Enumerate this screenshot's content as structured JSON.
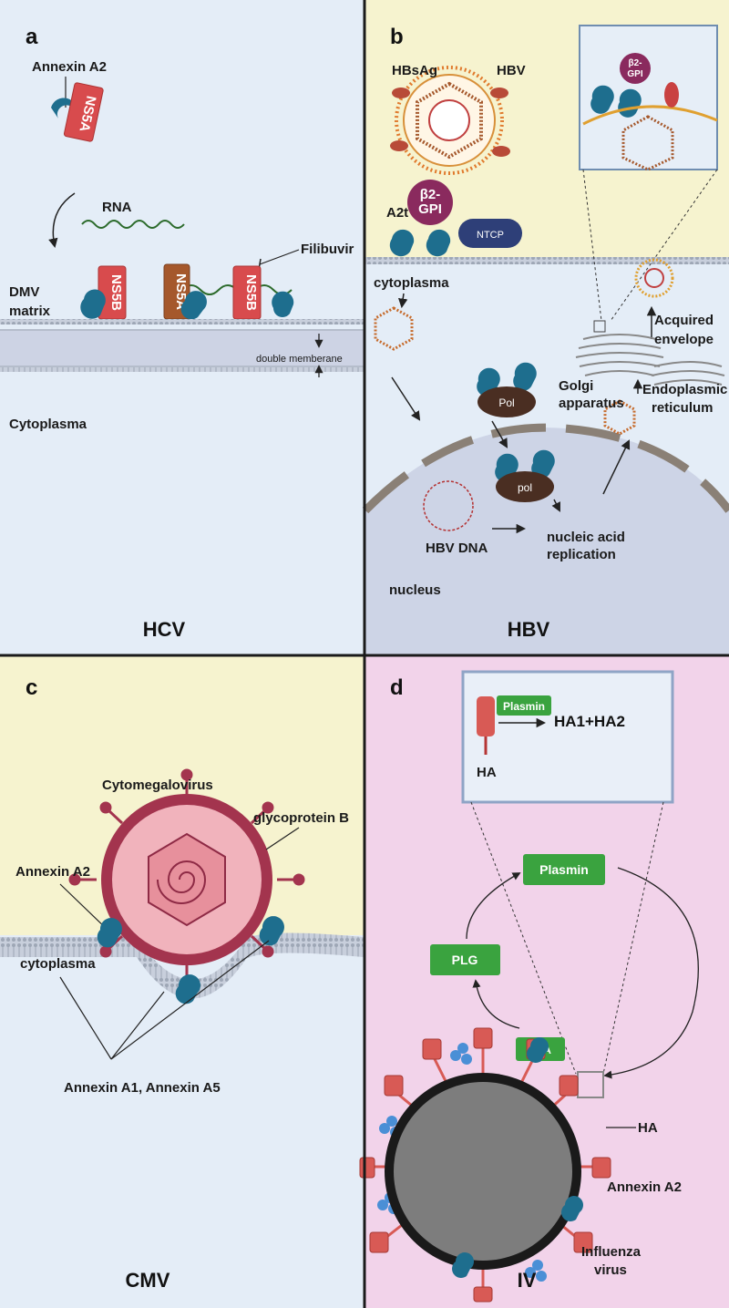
{
  "panels": {
    "a": {
      "letter": "a",
      "title": "HCV",
      "labels": {
        "annexin_a2": "Annexin A2",
        "rna": "RNA",
        "filibuvir": "Filibuvir",
        "dmv": "DMV",
        "matrix": "matrix",
        "double_membrane": "double memberane",
        "cytoplasma": "Cytoplasma"
      },
      "proteins": [
        "NS5A",
        "NS5B",
        "NS5A",
        "NS5B"
      ]
    },
    "b": {
      "letter": "b",
      "title": "HBV",
      "labels": {
        "hbsag": "HBsAg",
        "hbv": "HBV",
        "b2gpi_line1": "β2-",
        "b2gpi_line2": "GPI",
        "a2t": "A2t",
        "ntcp": "NTCP",
        "cytoplasma": "cytoplasma",
        "pol_upper": "Pol",
        "pol_lower": "pol",
        "golgi_line1": "Golgi",
        "golgi_line2": "apparatus",
        "er_line1": "Endoplasmic",
        "er_line2": "reticulum",
        "acquired_line1": "Acquired",
        "acquired_line2": "envelope",
        "hbv_dna": "HBV DNA",
        "replication_line1": "nucleic acid",
        "replication_line2": "replication",
        "nucleus": "nucleus"
      }
    },
    "c": {
      "letter": "c",
      "title": "CMV",
      "labels": {
        "cytomegalovirus": "Cytomegalovirus",
        "glycoprotein_b": "glycoprotein B",
        "annexin_a2": "Annexin A2",
        "cytoplasma": "cytoplasma",
        "annexin_a1_a5": "Annexin A1, Annexin A5"
      }
    },
    "d": {
      "letter": "d",
      "title": "IV",
      "labels": {
        "plasmin_inset": "Plasmin",
        "ha1_ha2": "HA1+HA2",
        "ha_inset": "HA",
        "plasmin": "Plasmin",
        "plg": "PLG",
        "tpa": "t-PA",
        "ha": "HA",
        "annexin_a2": "Annexin A2",
        "influenza_line1": "Influenza",
        "influenza_line2": "virus"
      }
    }
  },
  "colors": {
    "panel_bg_blue": "#e4edf7",
    "panel_bg_yellow": "#f6f3cf",
    "panel_bg_pink": "#f2d3ea",
    "nucleus": "#cdd4e6",
    "protein_red": "#d84b4d",
    "protein_brown": "#a5582c",
    "annexin_blue": "#1e6e8e",
    "box_green": "#3aa33f",
    "virus_core": "#7d7d7d",
    "purple": "#8a2a5e",
    "navy": "#2e3f78"
  }
}
